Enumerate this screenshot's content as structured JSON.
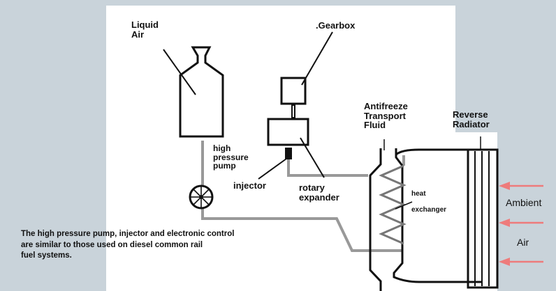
{
  "colors": {
    "background": "#c9d3da",
    "canvas": "#ffffff",
    "ink": "#111111",
    "fluid_line": "#999999",
    "arrow": "#ee7b7b"
  },
  "labels": {
    "liquid_air": [
      "Liquid",
      "Air"
    ],
    "gearbox": ".Gearbox",
    "high_pressure_pump": [
      "high",
      "pressure",
      "pump"
    ],
    "injector": "injector",
    "rotary_expander": [
      "rotary",
      "expander"
    ],
    "antifreeze_fluid": [
      "Antifreeze",
      "Transport",
      "Fluid"
    ],
    "reverse_radiator": [
      "Reverse",
      "Radiator"
    ],
    "heat_exchanger": [
      "heat",
      "exchanger"
    ],
    "ambient_air": [
      "Ambient",
      "Air"
    ]
  },
  "note_lines": [
    "The high pressure pump, injector and electronic control",
    "are similar to those used on diesel common rail",
    "fuel systems."
  ],
  "icons": {
    "pump": "pump-fan-icon",
    "arrows": "arrow-left-icon"
  }
}
